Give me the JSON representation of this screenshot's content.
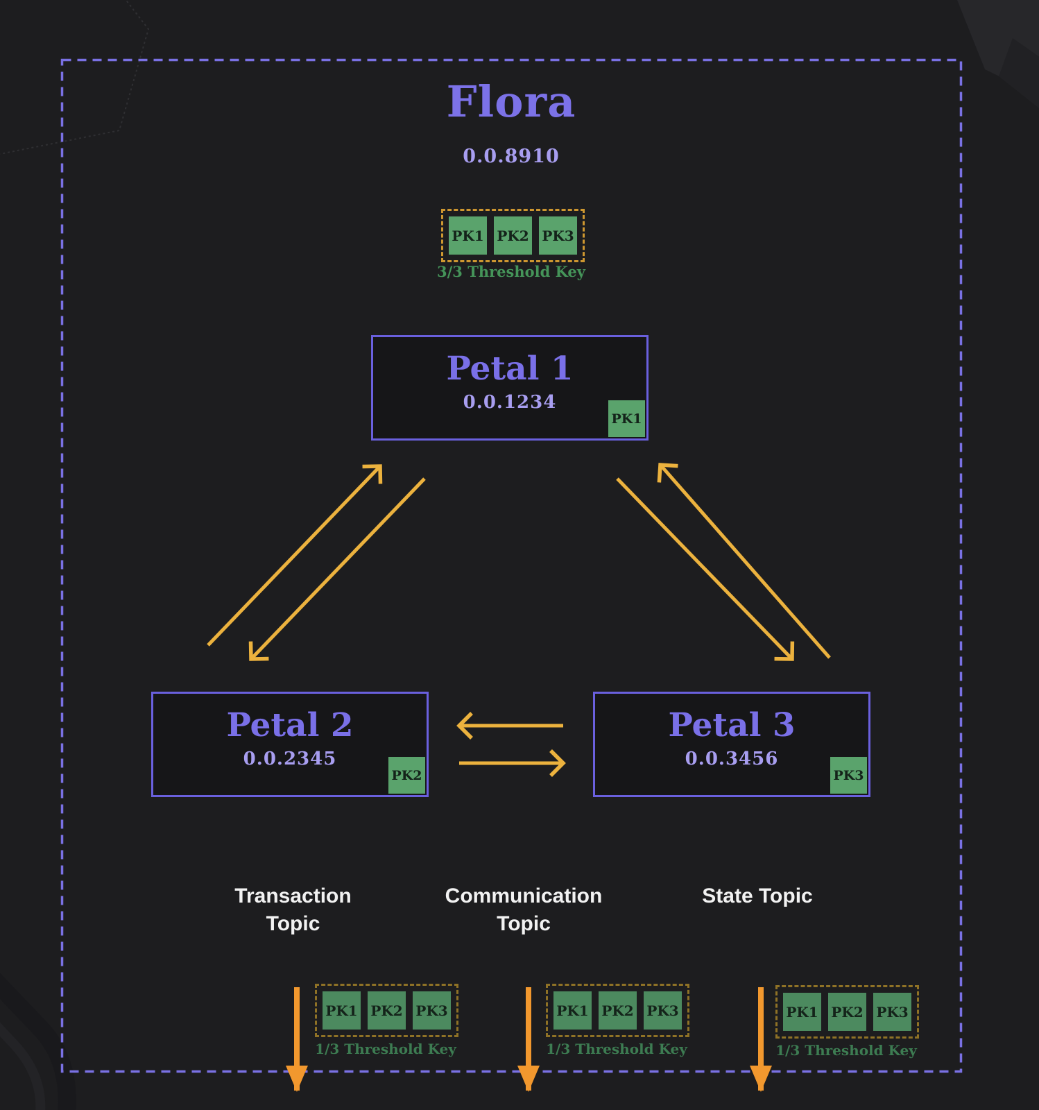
{
  "flora": {
    "title": "Flora",
    "account_id": "0.0.8910",
    "keys": [
      "PK1",
      "PK2",
      "PK3"
    ],
    "threshold_label": "3/3 Threshold Key"
  },
  "petals": [
    {
      "name": "Petal 1",
      "account_id": "0.0.1234",
      "key": "PK1"
    },
    {
      "name": "Petal 2",
      "account_id": "0.0.2345",
      "key": "PK2"
    },
    {
      "name": "Petal 3",
      "account_id": "0.0.3456",
      "key": "PK3"
    }
  ],
  "topics": [
    {
      "label": "Transaction Topic",
      "keys": [
        "PK1",
        "PK2",
        "PK3"
      ],
      "threshold_label": "1/3 Threshold Key"
    },
    {
      "label": "Communication Topic",
      "keys": [
        "PK1",
        "PK2",
        "PK3"
      ],
      "threshold_label": "1/3 Threshold Key"
    },
    {
      "label": "State Topic",
      "keys": [
        "PK1",
        "PK2",
        "PK3"
      ],
      "threshold_label": "1/3 Threshold Key"
    }
  ],
  "connections": [
    {
      "from": "Petal 1",
      "to": "Petal 2",
      "bidirectional": true
    },
    {
      "from": "Petal 1",
      "to": "Petal 3",
      "bidirectional": true
    },
    {
      "from": "Petal 2",
      "to": "Petal 3",
      "bidirectional": true
    },
    {
      "from": "Transaction Topic",
      "to": "down-offscreen",
      "bidirectional": false
    },
    {
      "from": "Communication Topic",
      "to": "down-offscreen",
      "bidirectional": false
    },
    {
      "from": "State Topic",
      "to": "down-offscreen",
      "bidirectional": false
    }
  ],
  "colors": {
    "background": "#1d1d1f",
    "accent_purple": "#7c72e8",
    "light_purple": "#a89ef0",
    "petal_border": "#6a60de",
    "key_green_bright": "#5aa36c",
    "key_green_dark": "#4c8a5f",
    "threshold_text_green": "#459459",
    "gold_dash": "#ce9730",
    "gold_arrow": "#ecb23e",
    "orange_arrow": "#f2982e",
    "white_text": "#f2f2f2"
  }
}
